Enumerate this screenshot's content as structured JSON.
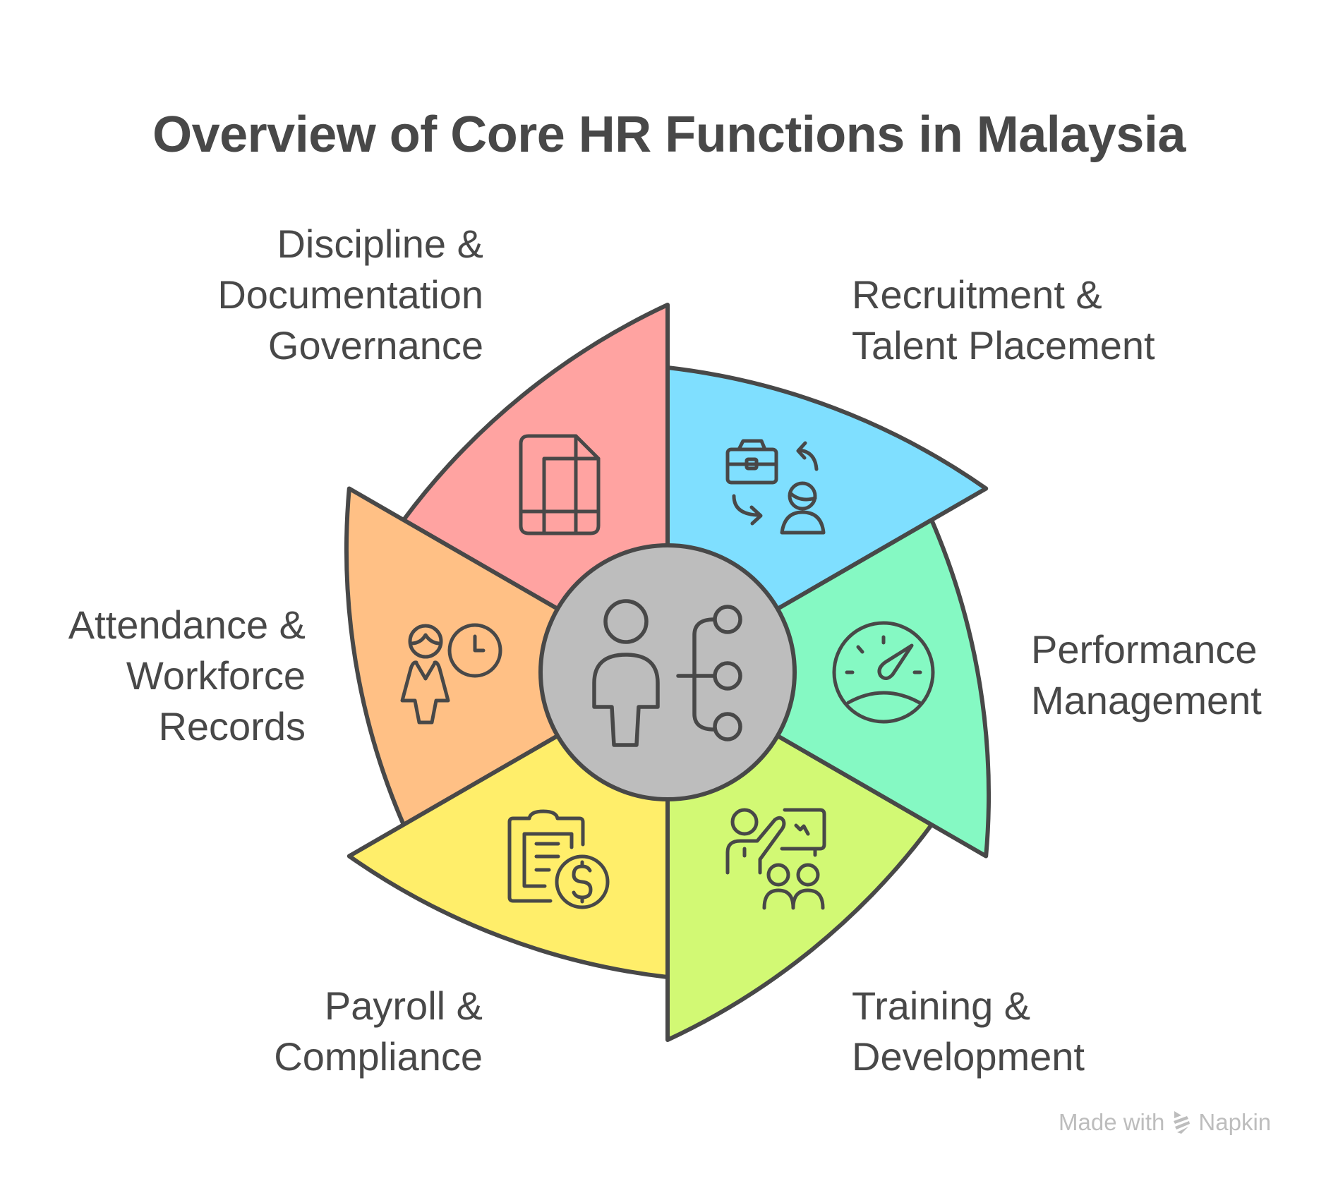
{
  "title": "Overview of Core HR Functions in Malaysia",
  "center": {
    "icon": "person-org-chart-icon",
    "fill": "#bdbdbd"
  },
  "stroke_color": "#484848",
  "segments": [
    {
      "id": "recruitment",
      "lines": [
        "Recruitment &",
        "Talent Placement"
      ],
      "fill": "#7fdfff",
      "icon": "briefcase-swap-person-icon"
    },
    {
      "id": "discipline",
      "lines": [
        "Discipline &",
        "Documentation",
        "Governance"
      ],
      "fill": "#ffa3a1",
      "icon": "document-grid-icon"
    },
    {
      "id": "attendance",
      "lines": [
        "Attendance &",
        "Workforce",
        "Records"
      ],
      "fill": "#ffc085",
      "icon": "employee-clock-icon"
    },
    {
      "id": "payroll",
      "lines": [
        "Payroll &",
        "Compliance"
      ],
      "fill": "#ffee6a",
      "icon": "clipboard-dollar-icon"
    },
    {
      "id": "training",
      "lines": [
        "Training &",
        "Development"
      ],
      "fill": "#d2f974",
      "icon": "presenter-audience-icon"
    },
    {
      "id": "performance",
      "lines": [
        "Performance",
        "Management"
      ],
      "fill": "#85f9c3",
      "icon": "speedometer-gauge-icon"
    }
  ],
  "watermark": {
    "prefix": "Made with",
    "brand": "Napkin",
    "icon": "napkin-logo-icon"
  }
}
